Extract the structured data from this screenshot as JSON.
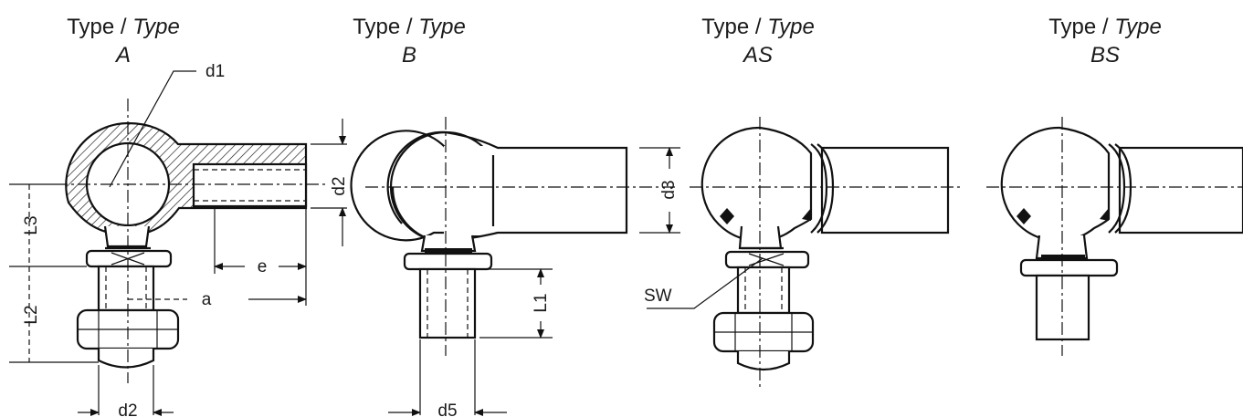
{
  "titles": [
    {
      "prefix": "Type / ",
      "italic": "Type",
      "variant": "A"
    },
    {
      "prefix": "Type / ",
      "italic": "Type",
      "variant": "B"
    },
    {
      "prefix": "Type / ",
      "italic": "Type",
      "variant": "AS"
    },
    {
      "prefix": "Type / ",
      "italic": "Type",
      "variant": "BS"
    }
  ],
  "dimensions": {
    "d1": "d1",
    "d2_side": "d2",
    "L3": "L3",
    "e": "e",
    "a": "a",
    "L2": "L2",
    "d2_bottom": "d2",
    "d3": "d3",
    "L1": "L1",
    "d5": "d5",
    "SW": "SW"
  }
}
